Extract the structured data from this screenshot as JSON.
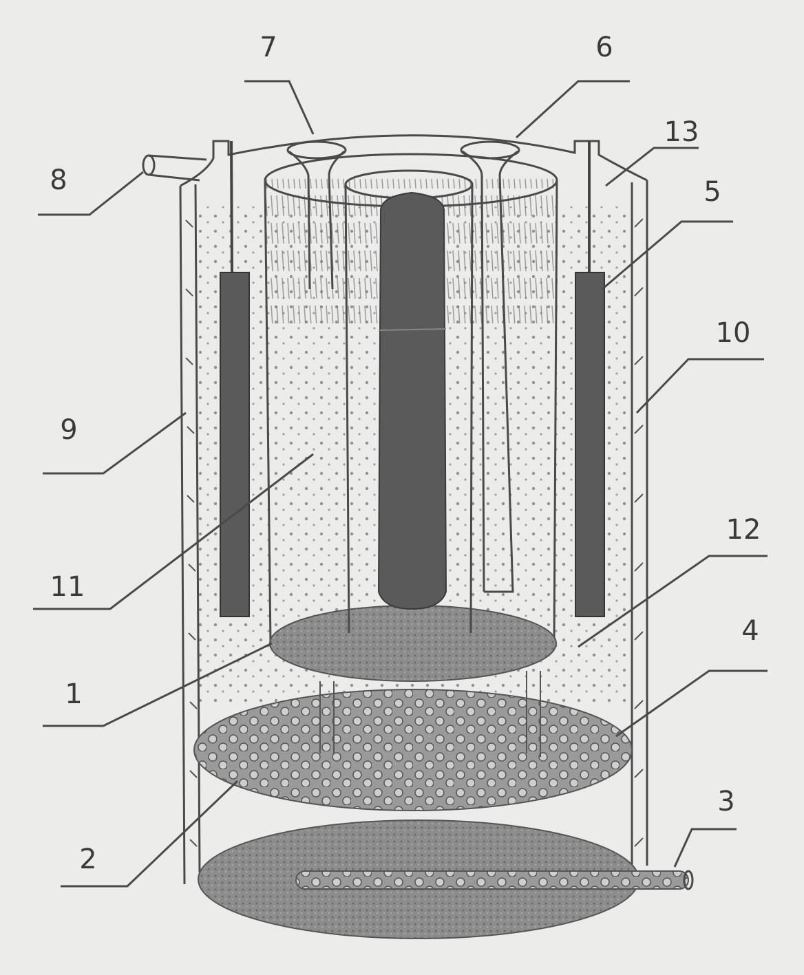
{
  "diagram": {
    "colors": {
      "background": "#ececea",
      "ink": "#4a4a4a",
      "dark_fill": "#5a5a5a",
      "plate_fill": "#8a8a8a",
      "granule": "#9a9a9a"
    },
    "labels": [
      {
        "id": "label-1",
        "text": "1"
      },
      {
        "id": "label-2",
        "text": "2"
      },
      {
        "id": "label-3",
        "text": "3"
      },
      {
        "id": "label-4",
        "text": "4"
      },
      {
        "id": "label-5",
        "text": "5"
      },
      {
        "id": "label-6",
        "text": "6"
      },
      {
        "id": "label-7",
        "text": "7"
      },
      {
        "id": "label-8",
        "text": "8"
      },
      {
        "id": "label-9",
        "text": "9"
      },
      {
        "id": "label-10",
        "text": "10"
      },
      {
        "id": "label-11",
        "text": "11"
      },
      {
        "id": "label-12",
        "text": "12"
      },
      {
        "id": "label-13",
        "text": "13"
      }
    ]
  }
}
